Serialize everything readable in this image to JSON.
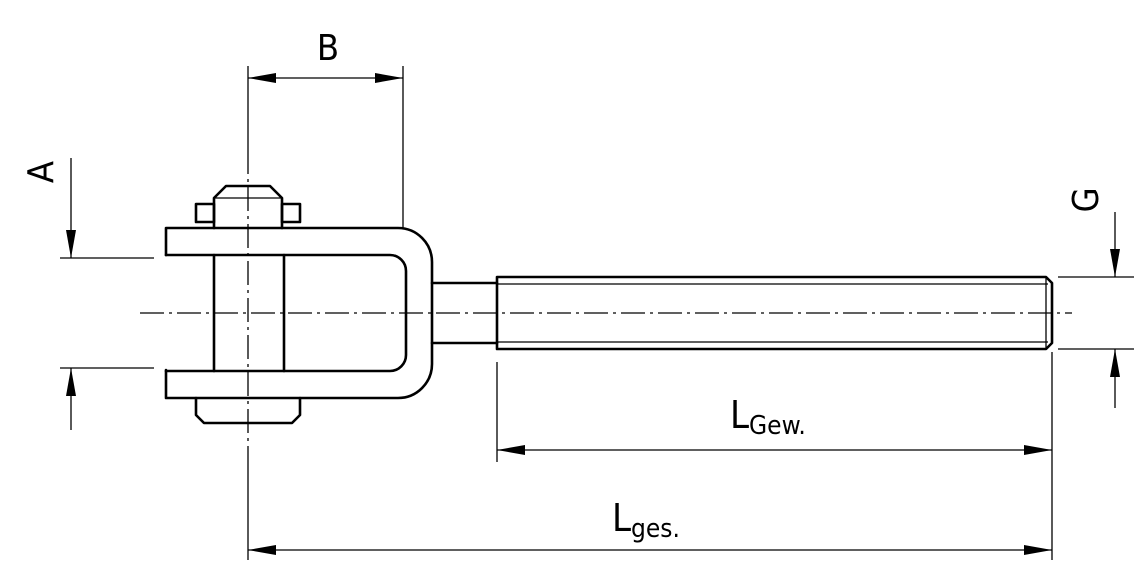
{
  "labels": {
    "A": "A",
    "B": "B",
    "G": "G",
    "L_gew_main": "L",
    "L_gew_sub": "Gew.",
    "L_ges_main": "L",
    "L_ges_sub": "ges."
  }
}
